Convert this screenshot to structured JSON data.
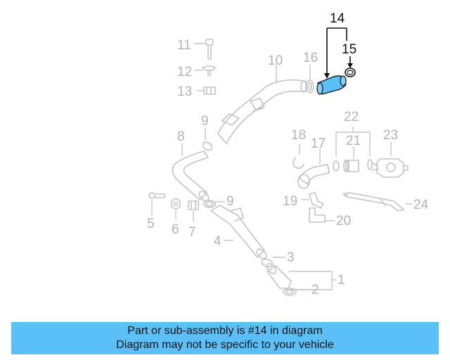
{
  "callouts": {
    "c1": "1",
    "c2": "2",
    "c3": "3",
    "c4": "4",
    "c5": "5",
    "c6": "6",
    "c7": "7",
    "c8": "8",
    "c9a": "9",
    "c9b": "9",
    "c10": "10",
    "c11": "11",
    "c12": "12",
    "c13": "13",
    "c14": "14",
    "c15": "15",
    "c16": "16",
    "c17": "17",
    "c18": "18",
    "c19": "19",
    "c20": "20",
    "c21": "21",
    "c22": "22",
    "c23": "23",
    "c24": "24"
  },
  "highlight": {
    "part": "14",
    "color": "#5bc0f8"
  },
  "banner": {
    "line1": "Part or sub-assembly is #14 in diagram",
    "line2": "Diagram may not be specific to your vehicle",
    "color": "#5bc0f8"
  }
}
